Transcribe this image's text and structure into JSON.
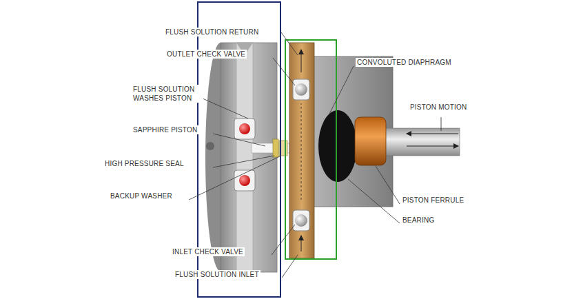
{
  "diagram": {
    "labels": [
      "FLUSH SOLUTION RETURN",
      "OUTLET CHECK VALVE",
      "FLUSH SOLUTION WASHES PISTON",
      "SAPPHIRE PISTON",
      "HIGH PRESSURE SEAL",
      "BACKUP WASHER",
      "INLET CHECK VALVE",
      "FLUSH SOLUTION INLET",
      "CONVOLUTED DIAPHRAGM",
      "PISTON MOTION",
      "PISTON FERRULE",
      "BEARING"
    ]
  }
}
